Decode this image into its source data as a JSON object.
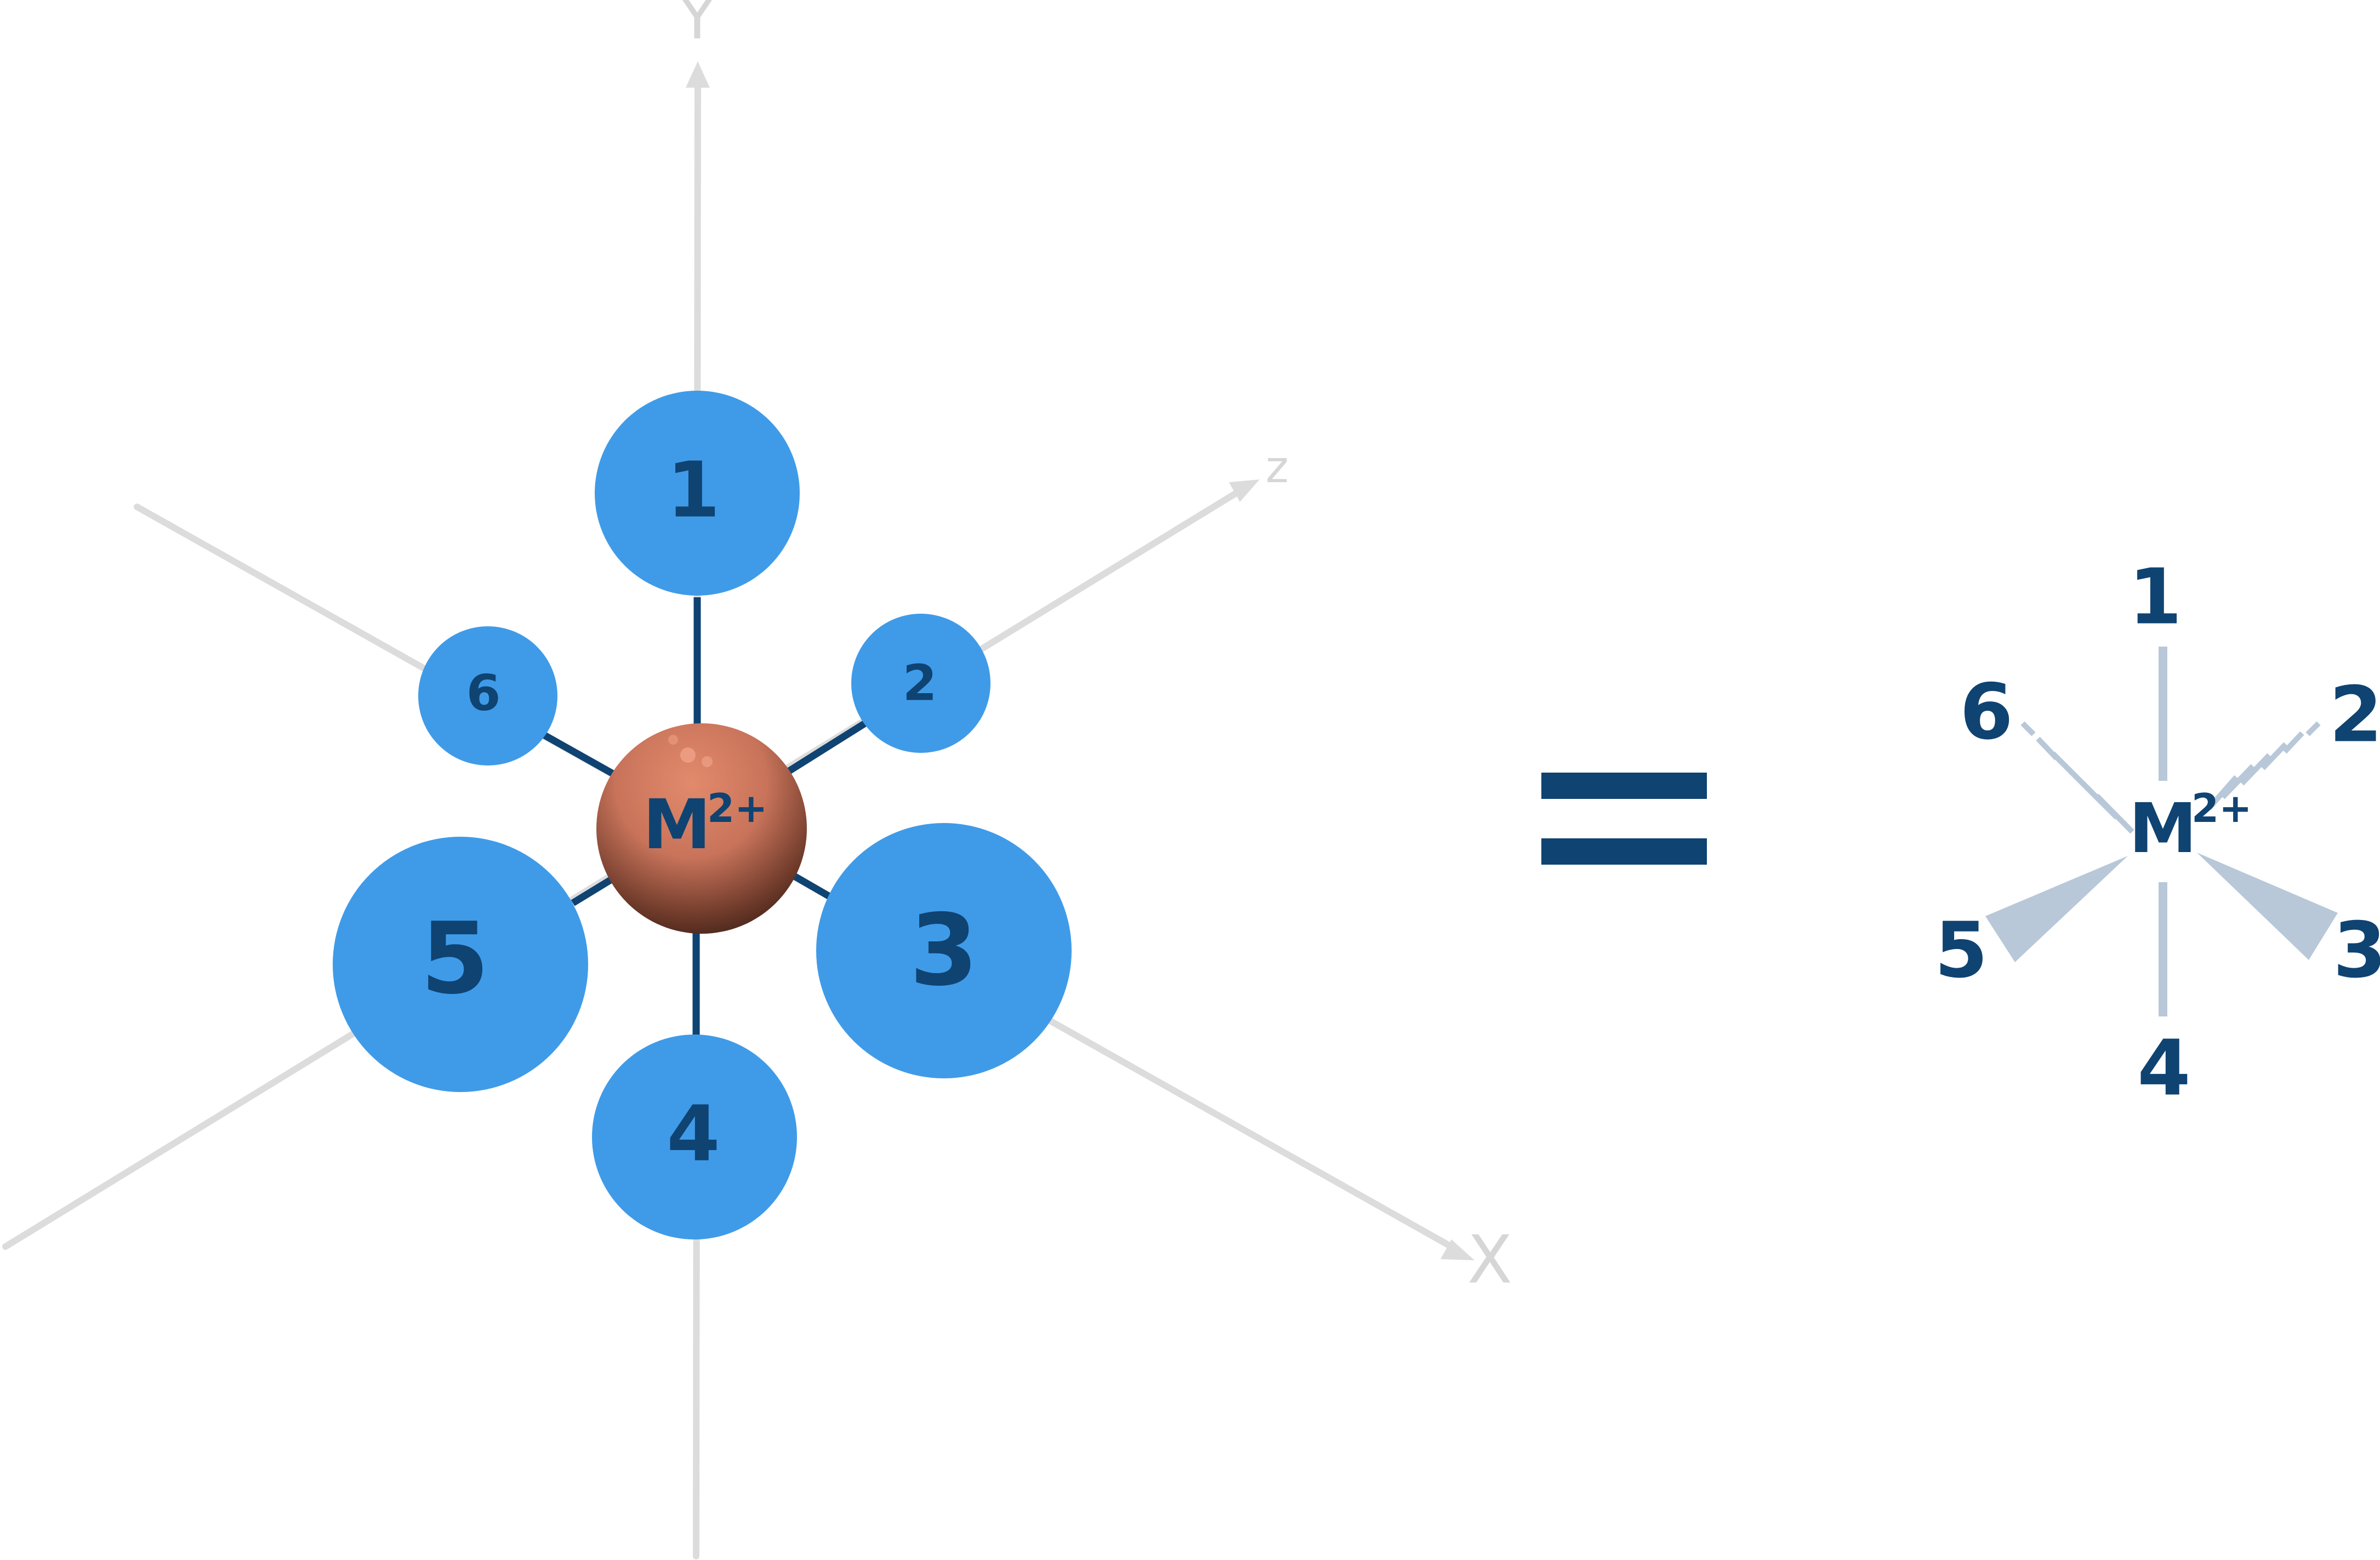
{
  "axes": {
    "y_label": "Y",
    "z_label": "z",
    "x_label": "X"
  },
  "metal": {
    "symbol": "M",
    "charge": "2+"
  },
  "ligands": [
    {
      "label": "1"
    },
    {
      "label": "2"
    },
    {
      "label": "3"
    },
    {
      "label": "4"
    },
    {
      "label": "5"
    },
    {
      "label": "6"
    }
  ],
  "structure": {
    "metal_symbol": "M",
    "metal_charge": "2+",
    "labels": [
      "1",
      "2",
      "3",
      "4",
      "5",
      "6"
    ]
  },
  "colors": {
    "ligand": "#3f9be8",
    "metal": "#c8735a",
    "bond": "#0f4372",
    "axis": "#dcdcdc",
    "wedge": "#b8c8d8"
  }
}
